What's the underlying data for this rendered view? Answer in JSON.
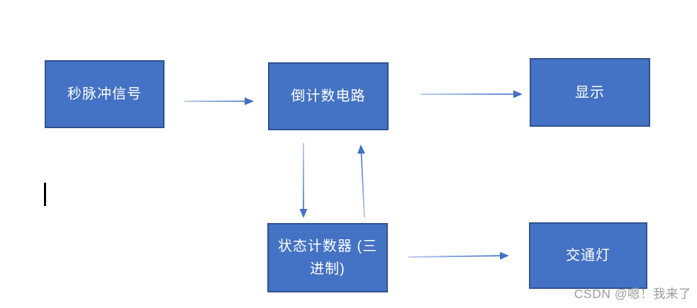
{
  "diagram": {
    "title": "traffic-light controller block diagram",
    "nodes": [
      {
        "id": "pulse",
        "label": "秒脉冲信号"
      },
      {
        "id": "countdown",
        "label": "倒计数电路"
      },
      {
        "id": "display",
        "label": "显示"
      },
      {
        "id": "state_counter",
        "label": "状态计数器 (三进制)"
      },
      {
        "id": "traffic_light",
        "label": "交通灯"
      }
    ],
    "edges": [
      {
        "from": "pulse",
        "to": "countdown",
        "direction": "right"
      },
      {
        "from": "countdown",
        "to": "display",
        "direction": "right"
      },
      {
        "from": "countdown",
        "to": "state_counter",
        "direction": "down"
      },
      {
        "from": "state_counter",
        "to": "countdown",
        "direction": "up"
      },
      {
        "from": "state_counter",
        "to": "traffic_light",
        "direction": "right"
      }
    ],
    "colors": {
      "node_fill": "#4472C4",
      "node_border": "#2F528F",
      "node_text": "#FFFFFF",
      "arrow": "#4472C4",
      "arrow_tail": "#B7C7EA"
    }
  },
  "editor": {
    "caret_visible": true
  },
  "watermark": {
    "text": "CSDN @嗯！我来了",
    "color": "#9B9B9B"
  }
}
